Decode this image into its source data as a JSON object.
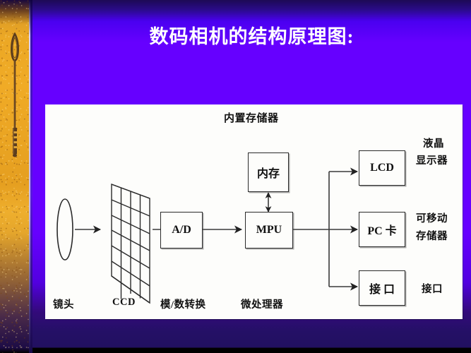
{
  "slide": {
    "title": "数码相机的结构原理图:",
    "background_color": "#6600FF",
    "panel_color": "#FDFDFB"
  },
  "decoration": {
    "left_strip": "antique-key-on-sand-photo",
    "key_icon": "key-icon"
  },
  "diagram": {
    "memory_group_label": "内置存储器",
    "boxes": [
      {
        "id": "memory",
        "label": "内存"
      },
      {
        "id": "ad",
        "label": "A/D"
      },
      {
        "id": "mpu",
        "label": "MPU"
      },
      {
        "id": "lcd",
        "label": "LCD"
      },
      {
        "id": "pccard",
        "label": "PC 卡"
      },
      {
        "id": "port",
        "label": "接 口"
      }
    ],
    "bottom_labels": [
      {
        "id": "lens",
        "label": "镜头"
      },
      {
        "id": "ccd",
        "label": "CCD"
      },
      {
        "id": "adc",
        "label": "模/数转换"
      },
      {
        "id": "mpu",
        "label": "微处理器"
      }
    ],
    "right_labels": [
      {
        "id": "lcd",
        "line1": "液晶",
        "line2": "显示器"
      },
      {
        "id": "storage",
        "line1": "可移动",
        "line2": "存储器"
      },
      {
        "id": "port",
        "line1": "接口",
        "line2": ""
      }
    ],
    "shapes": [
      {
        "id": "lens-ellipse",
        "name": "lens-ellipse"
      },
      {
        "id": "ccd-grid",
        "name": "ccd-sensor-grid"
      }
    ]
  }
}
